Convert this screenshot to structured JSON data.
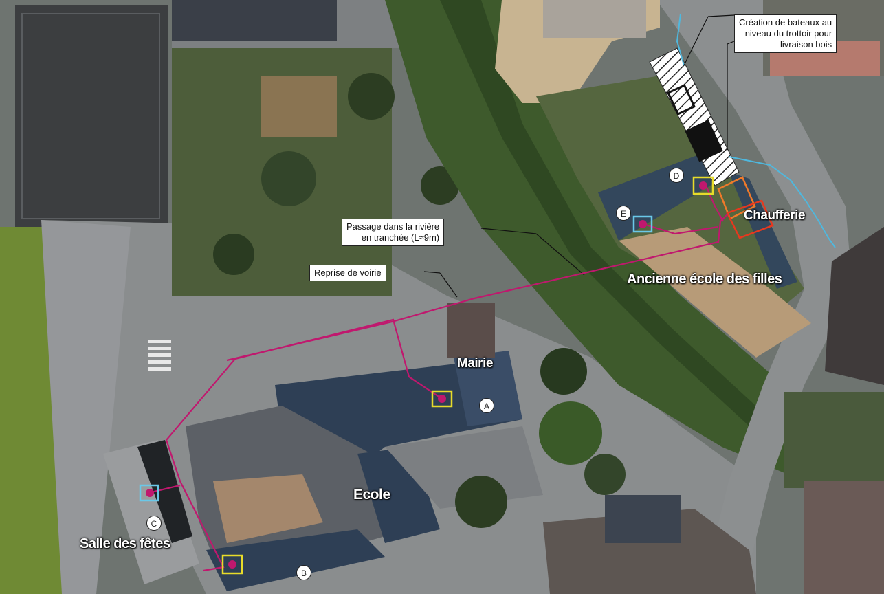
{
  "map": {
    "labels": {
      "mairie": "Mairie",
      "ecole": "Ecole",
      "salle_des_fetes": "Salle des fêtes",
      "ancienne_ecole": "Ancienne école des filles",
      "chaufferie": "Chaufferie"
    },
    "callouts": {
      "bateaux": [
        "Création de bateaux au",
        "niveau du trottoir pour",
        "livraison bois"
      ],
      "passage": [
        "Passage dans la rivière",
        "en tranchée (L≈9m)"
      ],
      "reprise": "Reprise de voirie"
    },
    "markers": [
      "A",
      "B",
      "C",
      "D",
      "E"
    ],
    "colors": {
      "network_line": "#c0186e",
      "substation_box": "#e8dc2a",
      "light_box": "#6ac8e8",
      "boiler_room_outline": "#e8381e",
      "boiler_room_inner": "#f07a2a",
      "water_route": "#4fb8de",
      "aerial_grass": "#3e5a2c",
      "aerial_road": "#8a8d8e",
      "aerial_roof": "#33475c"
    },
    "icons": [
      "hatched-sidewalk-area",
      "delivery-truck-icon"
    ]
  }
}
